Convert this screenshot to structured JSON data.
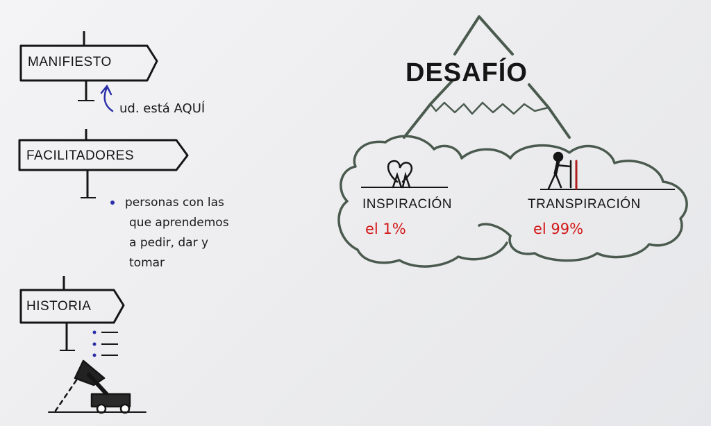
{
  "signs": {
    "manifiesto": "MANIFIESTO",
    "facilitadores": "FACILITADORES",
    "historia": "HISTORIA"
  },
  "you_are_here": "ud. está AQUÍ",
  "facilitadores_note": [
    "personas con las",
    "que aprendemos",
    "a pedir, dar y",
    "tomar"
  ],
  "desafio": {
    "title": "DESAFÍO",
    "left_label": "INSPIRACIÓN",
    "left_pct": "el 1%",
    "right_label": "TRANSPIRACIÓN",
    "right_pct": "el 99%"
  },
  "colors": {
    "ink": "#151515",
    "mountain": "#4a5a4e",
    "accent_red": "#d21616",
    "bullet_blue": "#2b2fa8"
  },
  "icons": [
    "signpost-icon",
    "arrow-up-icon",
    "mountain-icon",
    "cloud-icon",
    "heart-figure-icon",
    "climber-icon",
    "cannon-icon"
  ]
}
